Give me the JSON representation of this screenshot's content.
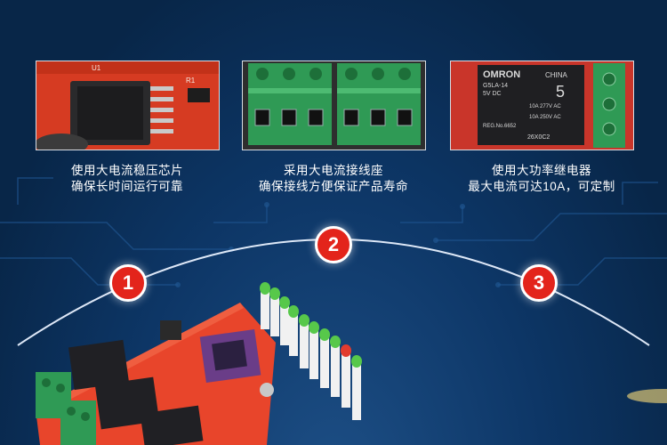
{
  "features": [
    {
      "line1": "使用大电流稳压芯片",
      "line2": "确保长时间运行可靠",
      "badge": "1"
    },
    {
      "line1": "采用大电流接线座",
      "line2": "确保接线方便保证产品寿命",
      "badge": "2"
    },
    {
      "line1": "使用大功率继电器",
      "line2": "最大电流可达10A，可定制",
      "badge": "3"
    }
  ],
  "photo_labels": {
    "chip_u1": "U1",
    "chip_r1": "R1",
    "relay_brand": "OMRON",
    "relay_origin": "CHINA",
    "relay_model": "G5LA-14",
    "relay_voltage": "5V DC",
    "relay_num": "5",
    "relay_rating1": "10A 277V AC",
    "relay_rating2": "10A 250V AC",
    "relay_reg": "REG.No.6652",
    "relay_code": "26X0C2"
  },
  "colors": {
    "background": "#0a2a52",
    "badge": "#e3241b",
    "pcb_red": "#e8452b",
    "terminal_green": "#2f9a55"
  }
}
